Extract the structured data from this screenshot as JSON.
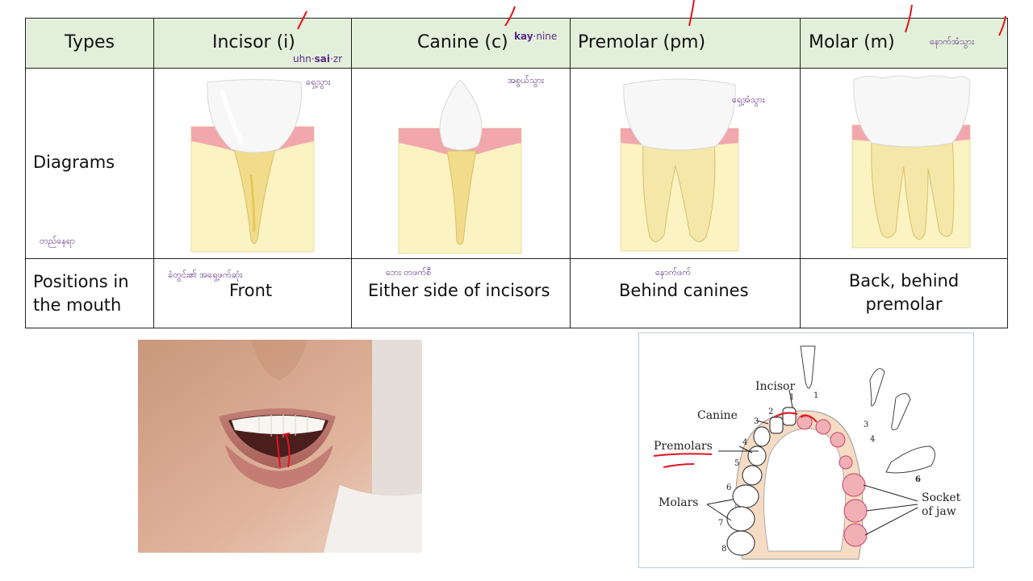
{
  "table": {
    "header": {
      "types": "Types",
      "incisor": "Incisor (i)",
      "canine": "Canine (c)",
      "premolar": "Premolar (pm)",
      "molar": "Molar (m)"
    },
    "pronunciation": {
      "incisor_1": "uhn·",
      "incisor_2": "sai",
      "incisor_3": "·zr",
      "canine_1": "kay",
      "canine_2": "·nine"
    },
    "notes": {
      "molar_header": "နောက်အံသွား",
      "incisor_diagram": "ရှေ့သွား",
      "canine_diagram": "အစွယ်သွား",
      "premolar_diagram": "ရှေ့အံသွား",
      "diagrams_row": "တည်နေရာ",
      "incisor_position": "ခံတွင်း၏ အရှေ့ဖက်ဆုံး",
      "canine_position": "ဘေး တဖက်စီ",
      "premolar_position": "နောက်ဖက်"
    },
    "rows": {
      "diagrams": "Diagrams",
      "positions_1": "Positions in",
      "positions_2": "the mouth"
    },
    "positions": {
      "incisor": "Front",
      "canine": "Either side of incisors",
      "premolar": "Behind canines",
      "molar_1": "Back, behind",
      "molar_2": "premolar"
    }
  },
  "jaw_diagram": {
    "labels": {
      "incisor": "Incisor",
      "canine": "Canine",
      "premolars": "Premolars",
      "molars": "Molars",
      "socket_1": "Socket",
      "socket_2": "of jaw"
    },
    "numbers": [
      "1",
      "2",
      "3",
      "4",
      "5",
      "6",
      "7",
      "8",
      "1",
      "3",
      "4",
      "6"
    ]
  },
  "colors": {
    "header_bg": "#e2efda",
    "note_purple": "#5b2a86",
    "annotation_red": "#e0141e",
    "gum_pink": "#f2a7ad",
    "bone_yellow": "#fbf3c2"
  },
  "icons": [
    "incisor-tooth-icon",
    "canine-tooth-icon",
    "premolar-tooth-icon",
    "molar-tooth-icon"
  ]
}
